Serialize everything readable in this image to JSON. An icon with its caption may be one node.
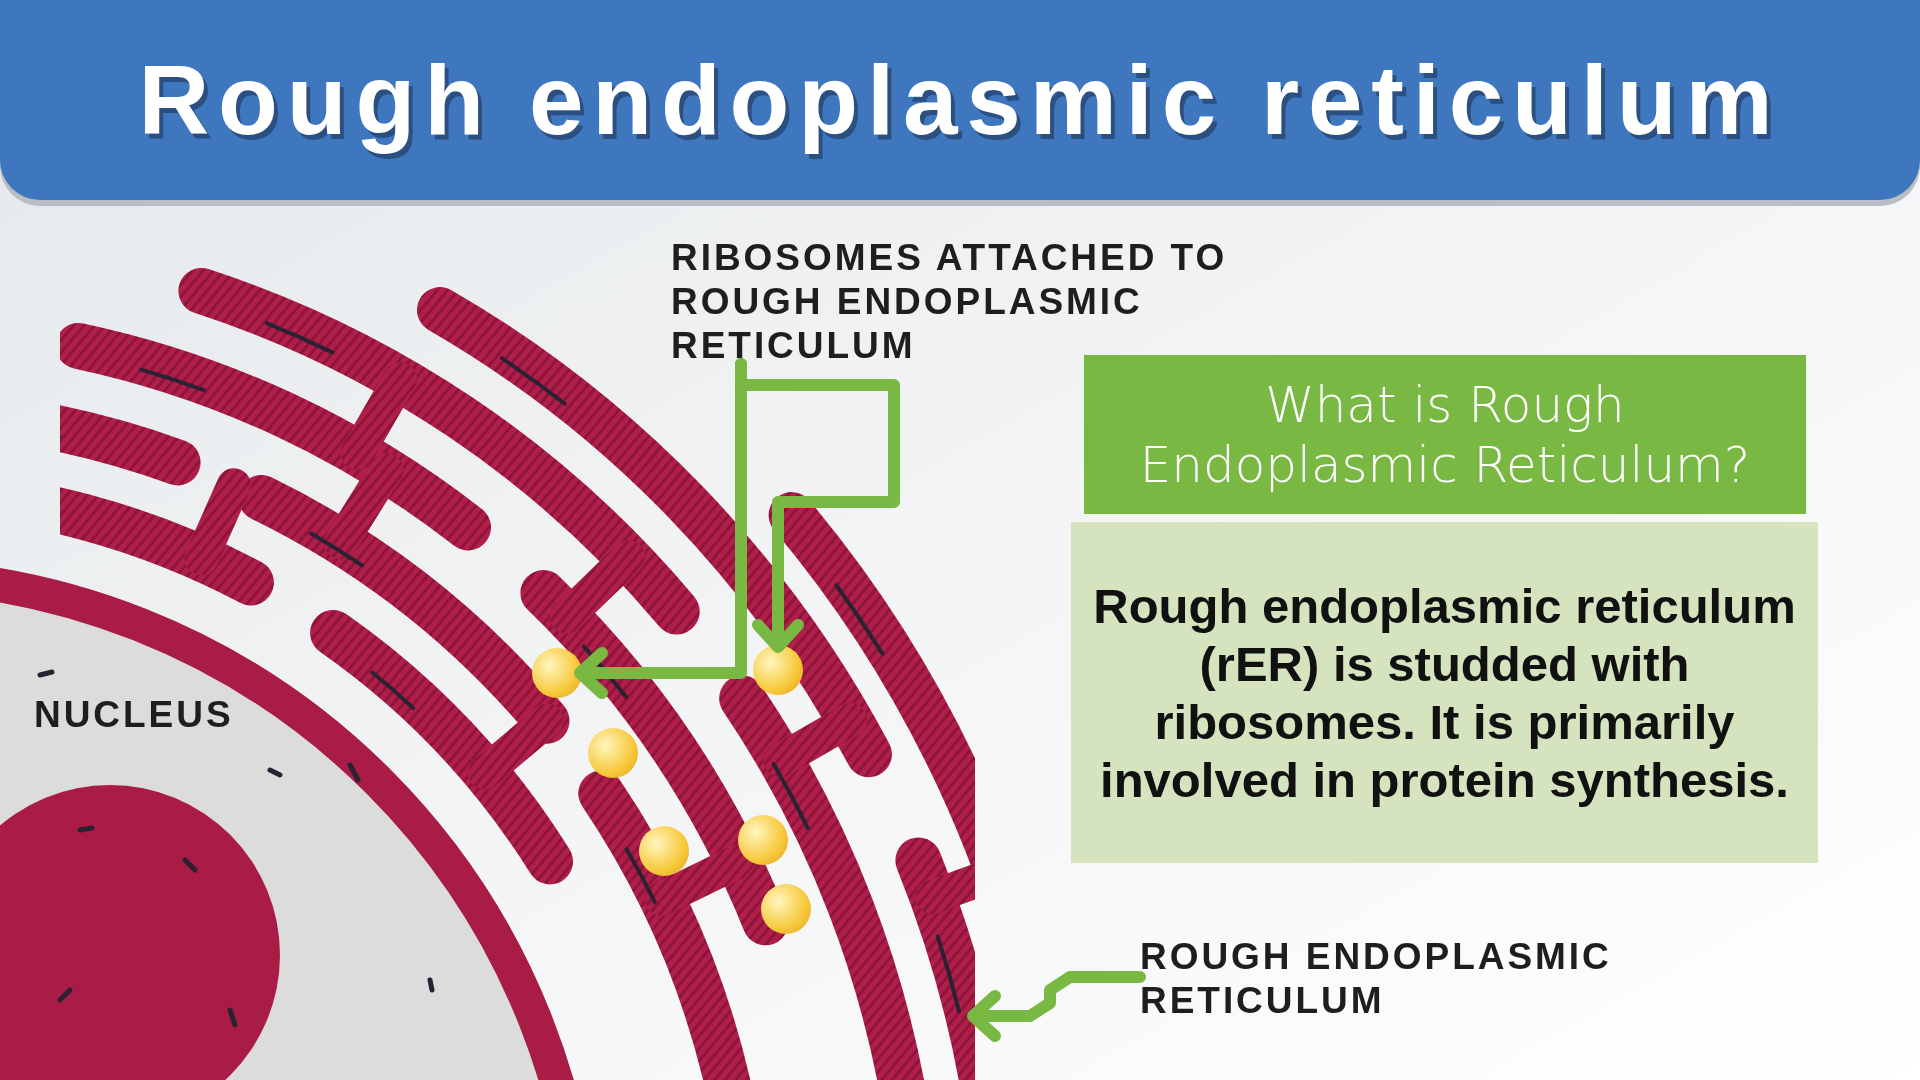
{
  "diagram": {
    "title": "Rough endoplasmic reticulum",
    "nodes": [
      {
        "text": [
          "RIBOSOMES ATTACHED TO ROUGH ENDOPLASMIC RETICULUM"
        ]
      },
      {
        "text": [],
        "shape": "picture"
      },
      {
        "text": [],
        "shape": "circle",
        "in": 1
      },
      {
        "text": [],
        "shape": "circle",
        "in": 1
      },
      {
        "text": [],
        "shape": "circle",
        "in": 1
      },
      {
        "text": [],
        "shape": "circle",
        "in": 1
      },
      {
        "text": [],
        "shape": "circle",
        "in": 1
      },
      {
        "text": [],
        "shape": "circle",
        "in": 1
      },
      {
        "text": [
          "What is Rough Endoplasmic Reticulum?"
        ]
      },
      {
        "text": [
          "Rough endoplasmic reticulum  (rER) is studded with ribosomes. It is primarily involved in protein synthesis."
        ]
      },
      {
        "text": [
          "ROUGH ENDOPLASMIC RETICULUM"
        ]
      }
    ],
    "edges": [
      {
        "from": 0,
        "to": 2,
        "arrow": "to"
      },
      {
        "from": 0,
        "to": 3,
        "arrow": "to"
      },
      {
        "from": 10,
        "to": 1,
        "arrow": "to"
      }
    ],
    "labels": [
      "NUCLEUS"
    ]
  }
}
